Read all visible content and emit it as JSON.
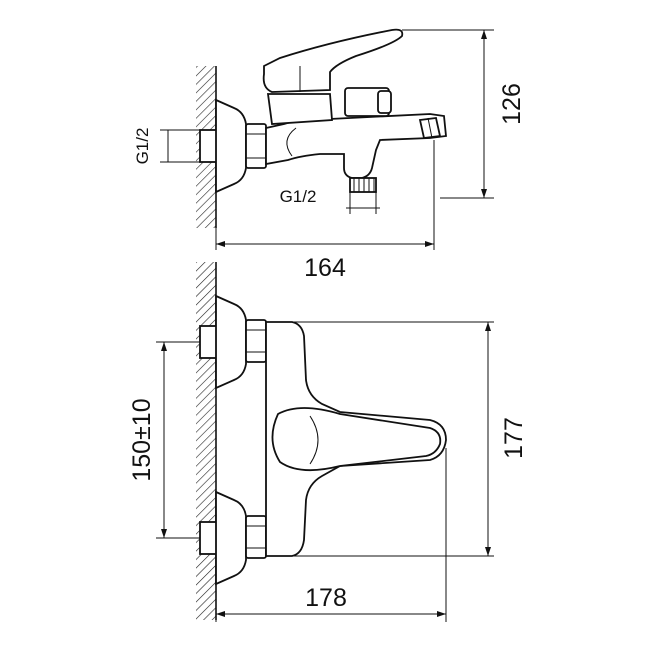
{
  "dimensions": {
    "side_height": "126",
    "side_length": "164",
    "thread_inlet": "G1/2",
    "thread_outlet": "G1/2",
    "front_height": "177",
    "front_length": "178",
    "center_distance": "150±10"
  }
}
